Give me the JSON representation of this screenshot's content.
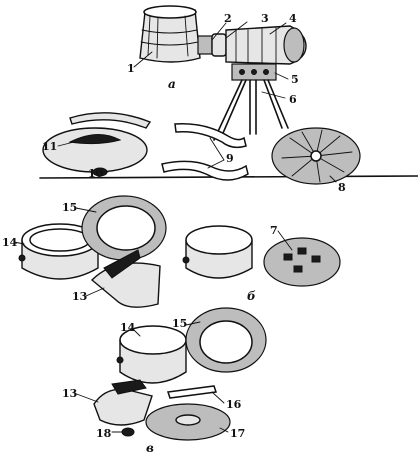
{
  "part_labels": [
    "1",
    "2",
    "3",
    "4",
    "5",
    "6",
    "9",
    "10",
    "11",
    "8",
    "15",
    "14",
    "13",
    "7",
    "14",
    "15",
    "13",
    "16",
    "18",
    "17"
  ],
  "section_labels": [
    "а",
    "б",
    "в"
  ],
  "colors": {
    "ink": "#111111",
    "paper": "#ffffff",
    "shade": "#bdbdbd"
  }
}
